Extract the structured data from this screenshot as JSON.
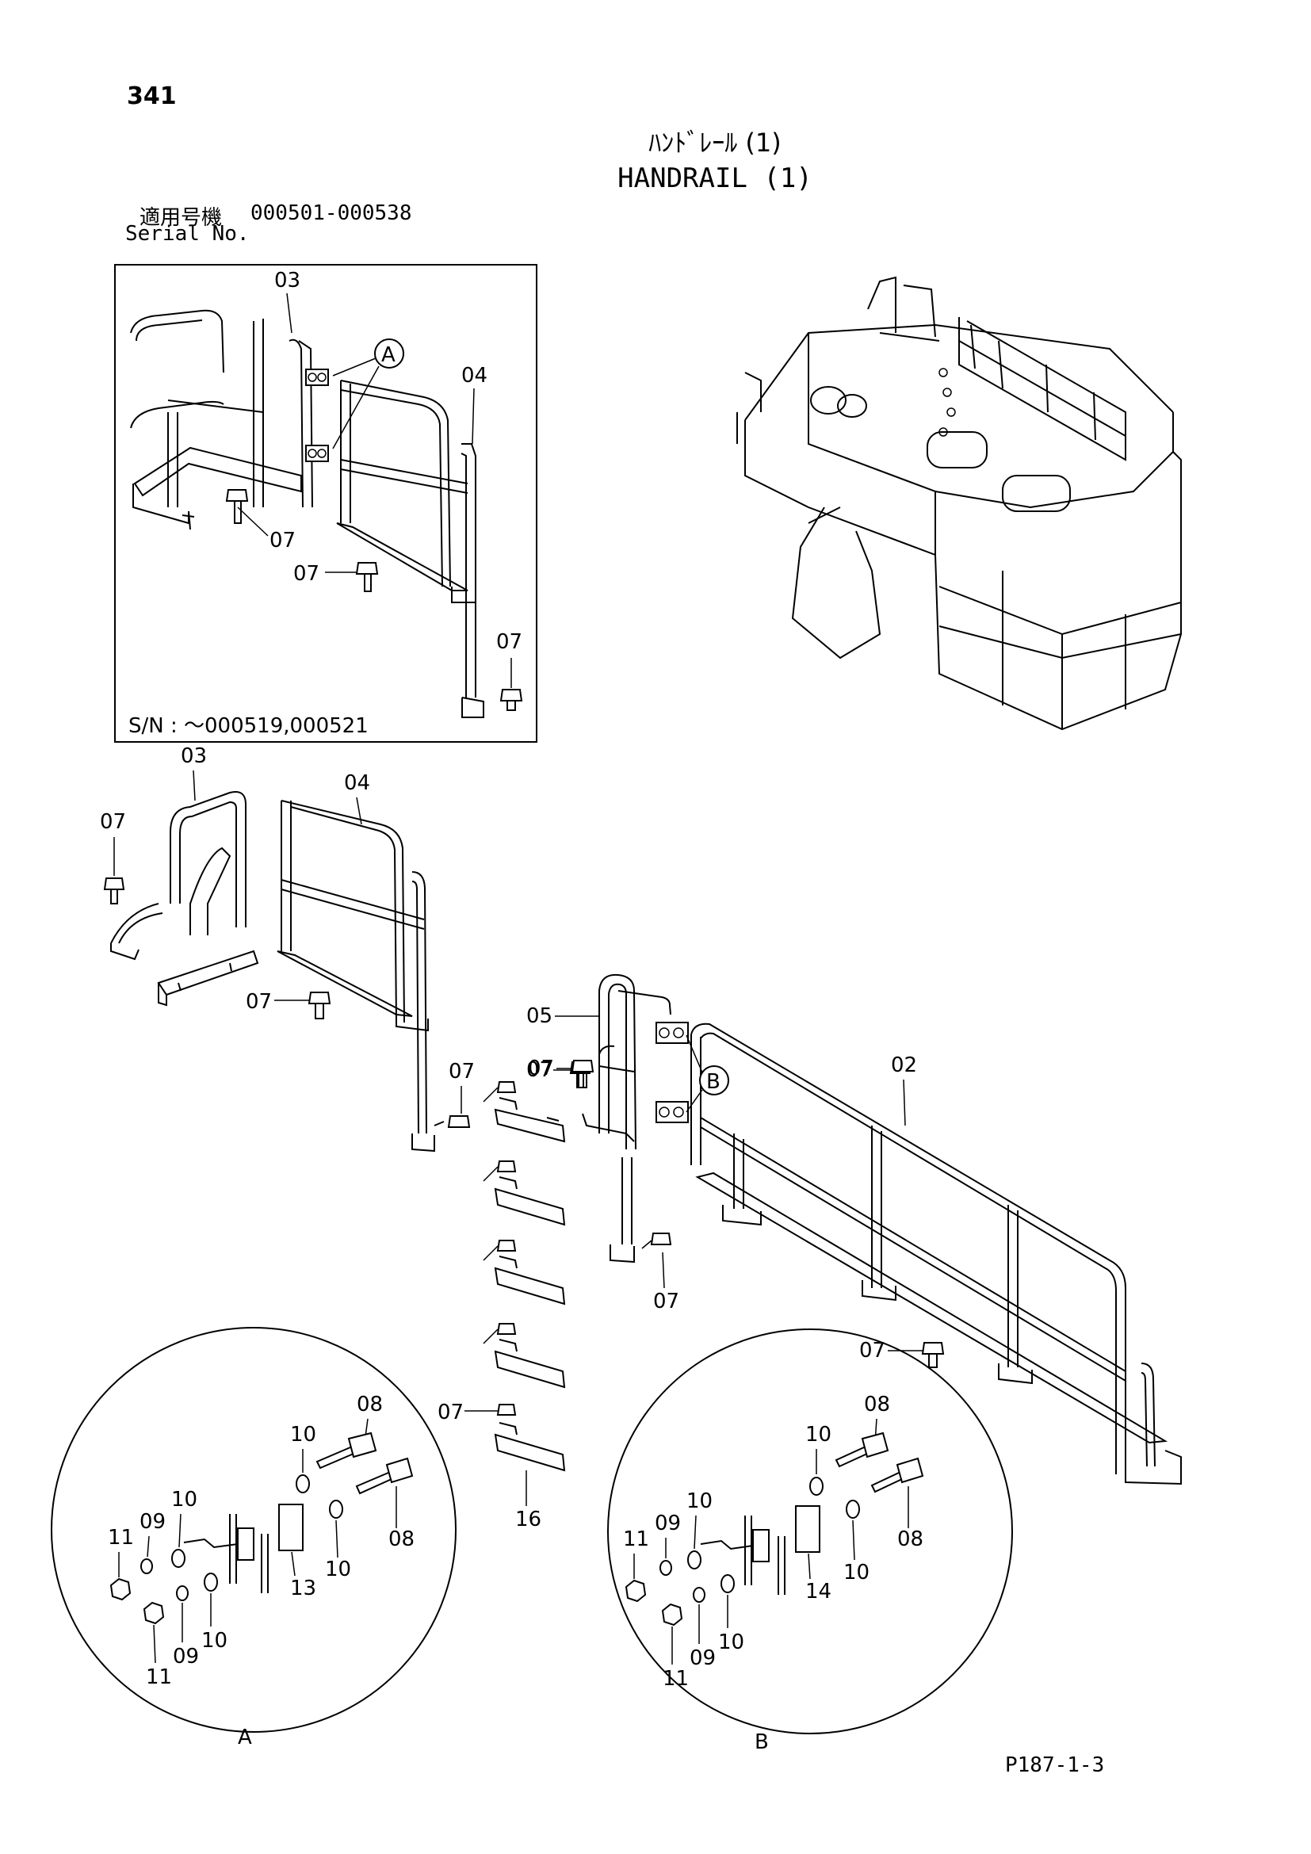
{
  "header": {
    "page_number": "341",
    "title_jp": "ﾊﾝﾄﾞﾚｰﾙ (1)",
    "title_en": "HANDRAIL (1)",
    "serial_label_jp": "適用号機",
    "serial_label_en": "Serial No.",
    "serial_range": "000501-000538"
  },
  "inset": {
    "serial_note": "S/N : ～000519,000521",
    "callout": "A"
  },
  "labels": {
    "p02": "02",
    "p03": "03",
    "p04": "04",
    "p05": "05",
    "p07": "07",
    "p08": "08",
    "p09": "09",
    "p10": "10",
    "p11": "11",
    "p13": "13",
    "p14": "14",
    "p16": "16",
    "callout_a": "A",
    "callout_b": "B"
  },
  "footer": {
    "doc_code": "P187-1-3"
  }
}
